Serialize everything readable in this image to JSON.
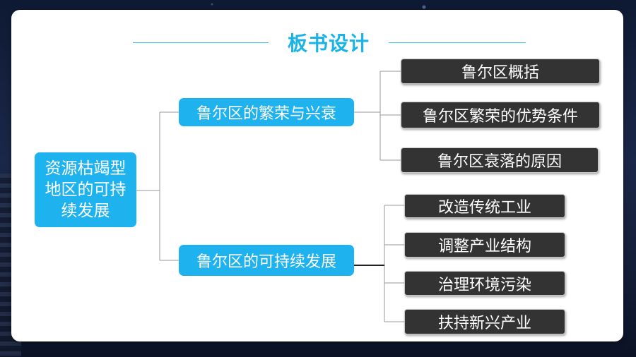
{
  "slide": {
    "title": "板书设计",
    "accent_color": "#1eb2ee",
    "box_dark_color": "#333333"
  },
  "mindmap": {
    "root": {
      "label": "资源枯竭型地区的可持续发展"
    },
    "branches": [
      {
        "label": "鲁尔区的繁荣与兴衰",
        "children": [
          "鲁尔区概括",
          "鲁尔区繁荣的优势条件",
          "鲁尔区衰落的原因"
        ]
      },
      {
        "label": "鲁尔区的可持续发展",
        "children": [
          "改造传统工业",
          "调整产业结构",
          "治理环境污染",
          "扶持新兴产业"
        ]
      }
    ]
  }
}
